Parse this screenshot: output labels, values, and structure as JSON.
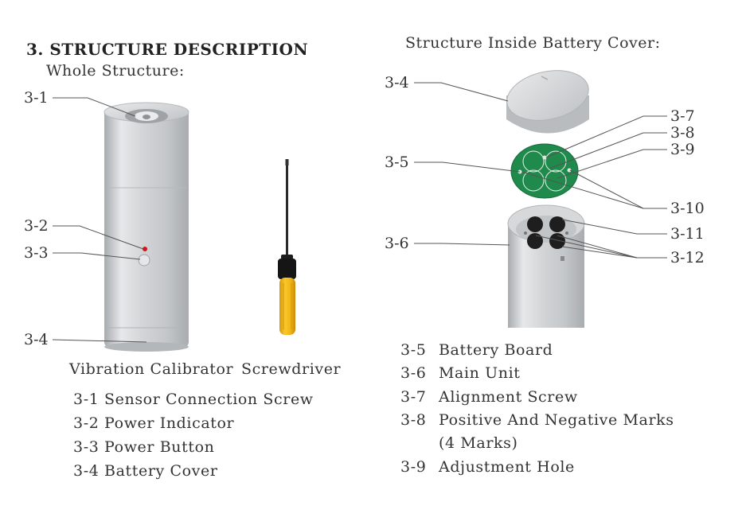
{
  "heading": "3. STRUCTURE DESCRIPTION",
  "left": {
    "subtitle": "Whole Structure:",
    "callouts": [
      "3-1",
      "3-2",
      "3-3",
      "3-4"
    ],
    "captions": {
      "calibrator": "Vibration Calibrator",
      "screwdriver": "Screwdriver"
    },
    "legend": [
      "3-1 Sensor Connection Screw",
      "3-2 Power Indicator",
      "3-3 Power Button",
      "3-4 Battery Cover"
    ]
  },
  "right": {
    "subtitle": "Structure Inside Battery Cover:",
    "callouts_left": [
      "3-4",
      "3-5",
      "3-6"
    ],
    "callouts_right": [
      "3-7",
      "3-8",
      "3-9",
      "3-10",
      "3-11",
      "3-12"
    ],
    "legend": [
      {
        "num": "3-5",
        "text": "Battery Board"
      },
      {
        "num": "3-6",
        "text": "Main Unit"
      },
      {
        "num": "3-7",
        "text": "Alignment Screw"
      },
      {
        "num": "3-8",
        "text": "Positive And Negative Marks"
      },
      {
        "num": "",
        "text": "(4 Marks)"
      },
      {
        "num": "3-9",
        "text": "Adjustment Hole"
      }
    ]
  },
  "colors": {
    "board_green": "#1f8a4c",
    "handle_yellow": "#f2b515",
    "metal": "#c9ccce",
    "indicator_red": "#d0161b"
  }
}
